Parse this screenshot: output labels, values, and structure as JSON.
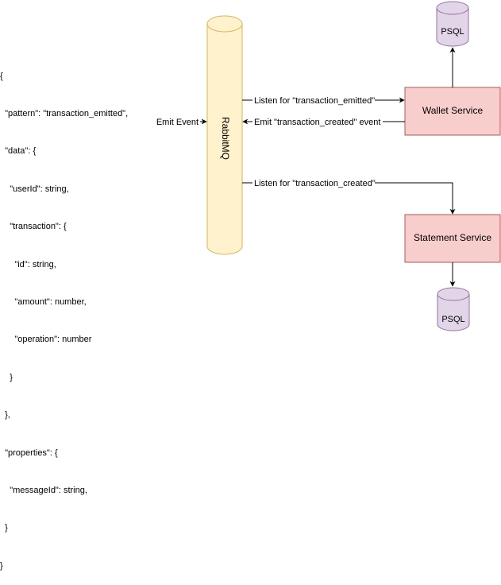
{
  "json_lines": [
    "{",
    "  \"pattern\": \"transaction_emitted\",",
    "  \"data\": {",
    "    \"userId\": string,",
    "    \"transaction\": {",
    "      \"id\": string,",
    "      \"amount\": number,",
    "      \"operation\": number",
    "    }",
    "  },",
    "  \"properties\": {",
    "    \"messageId\": string,",
    "  }",
    "}"
  ],
  "queue": {
    "label": "RabbitMQ"
  },
  "services": {
    "wallet": "Wallet Service",
    "statement": "Statement Service"
  },
  "databases": {
    "top": "PSQL",
    "bottom": "PSQL"
  },
  "edges": {
    "emit_event": "Emit Event",
    "listen_emitted": "Listen for \"transaction_emitted\"",
    "emit_created": "Emit \"transaction_created\" event",
    "listen_created": "Listen for \"transaction_created\""
  },
  "colors": {
    "queue_fill": "#fff2cc",
    "queue_stroke": "#d6b656",
    "service_fill": "#f8cecc",
    "service_stroke": "#b85450",
    "db_fill": "#e1d5e7",
    "db_stroke": "#9673a6"
  }
}
